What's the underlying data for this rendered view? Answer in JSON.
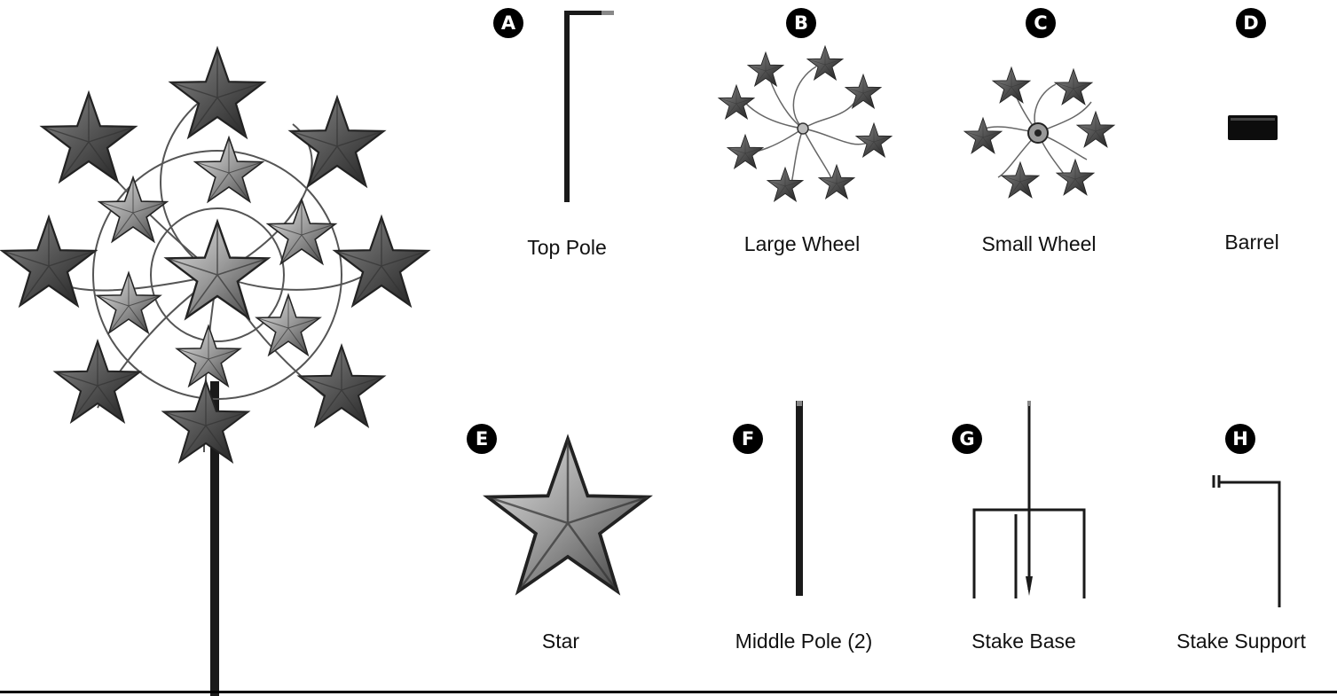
{
  "parts": [
    {
      "badge": "A",
      "name": "Top Pole"
    },
    {
      "badge": "B",
      "name": "Large Wheel"
    },
    {
      "badge": "C",
      "name": "Small Wheel"
    },
    {
      "badge": "D",
      "name": "Barrel"
    },
    {
      "badge": "E",
      "name": "Star"
    },
    {
      "badge": "F",
      "name": "Middle Pole (2)"
    },
    {
      "badge": "G",
      "name": "Stake Base"
    },
    {
      "badge": "H",
      "name": "Stake Support"
    }
  ],
  "icons": {
    "assembled": "assembled-spinner-icon",
    "top_pole": "top-pole-icon",
    "large_wheel": "large-wheel-icon",
    "small_wheel": "small-wheel-icon",
    "barrel": "barrel-icon",
    "star": "star-icon",
    "middle_pole": "middle-pole-icon",
    "stake_base": "stake-base-icon",
    "stake_support": "stake-support-icon"
  }
}
